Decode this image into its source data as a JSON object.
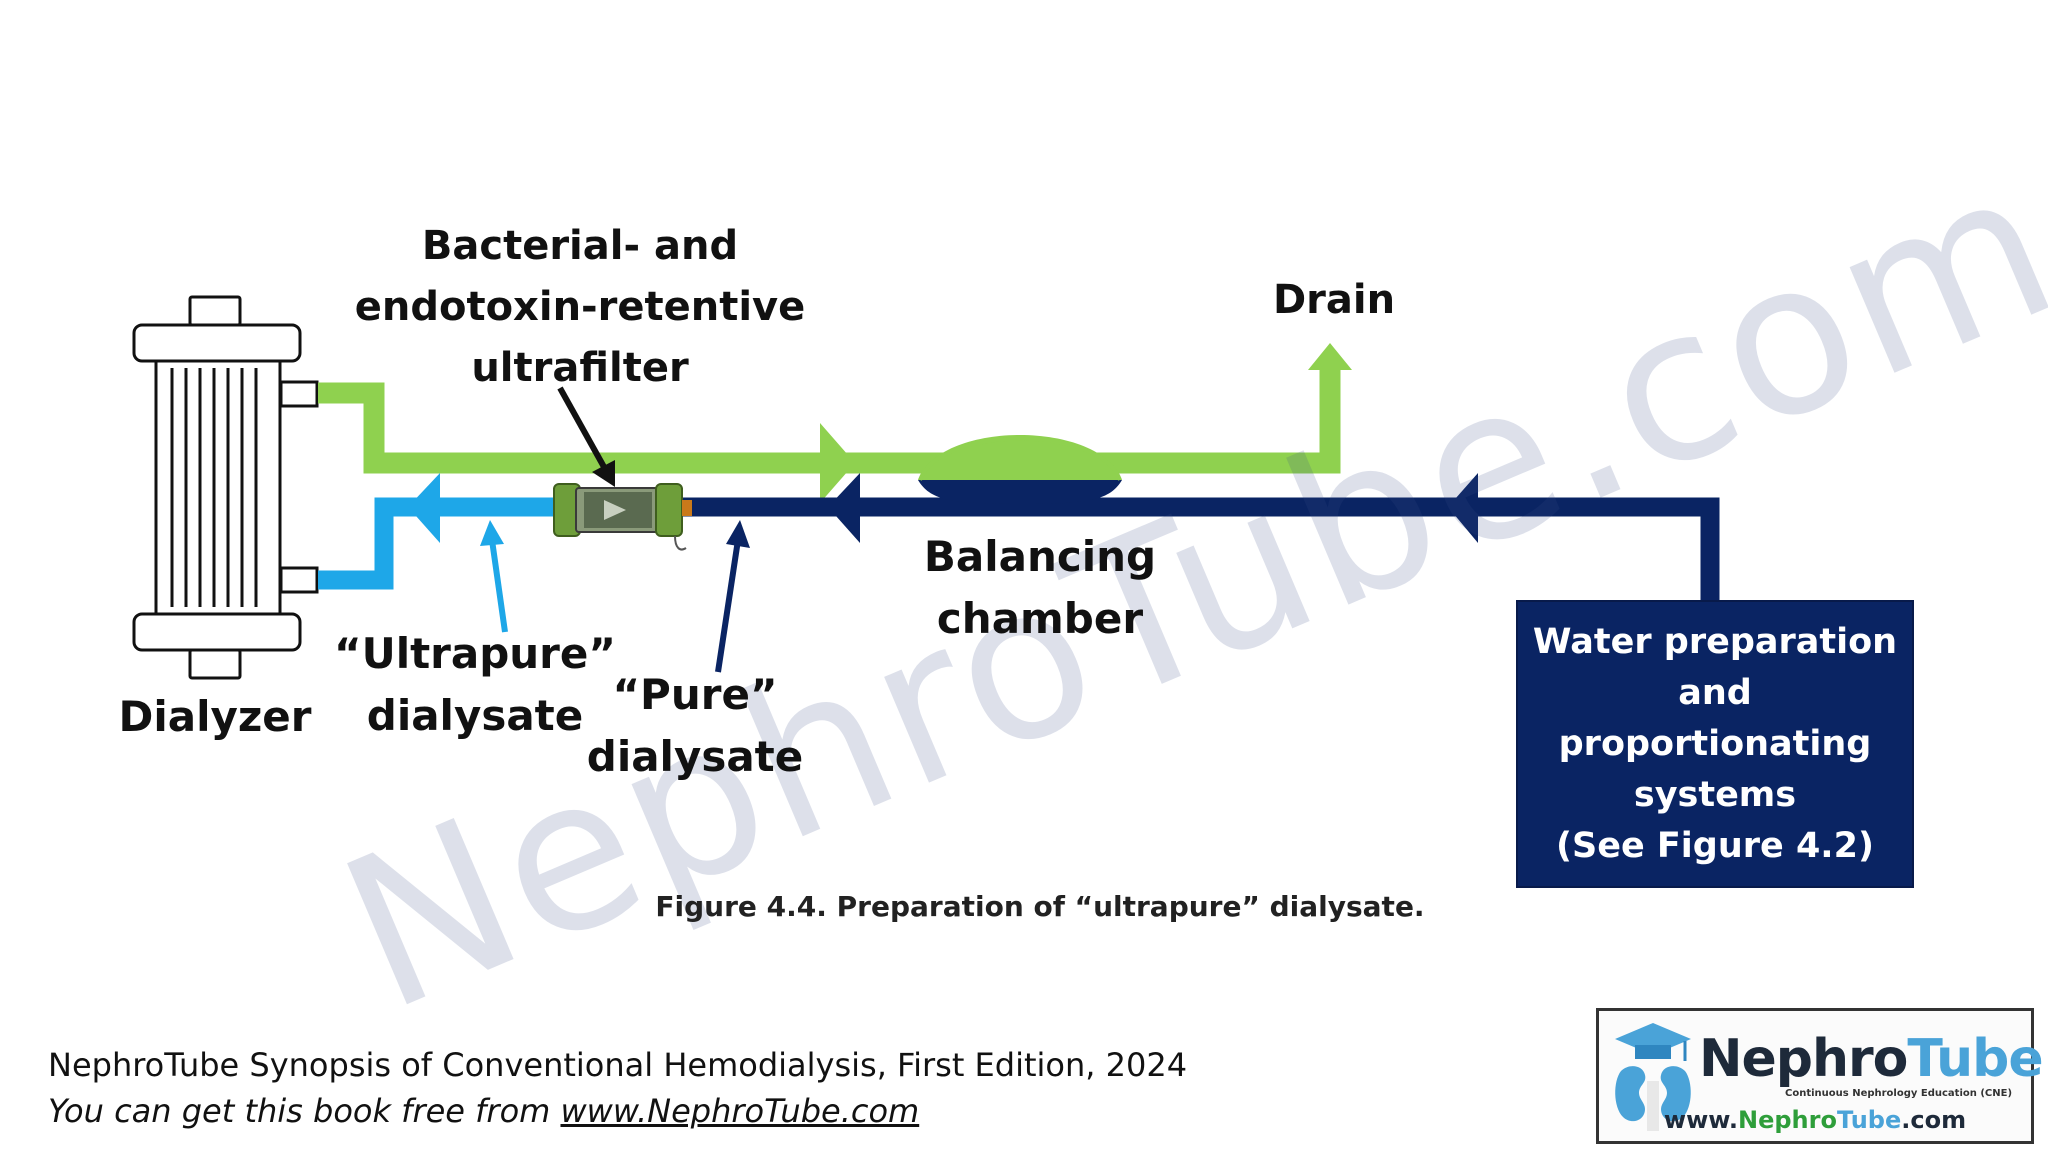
{
  "labels": {
    "ultrafilter": [
      "Bacterial- and",
      "endotoxin-retentive",
      "ultrafilter"
    ],
    "drain": "Drain",
    "balancing": [
      "Balancing",
      "chamber"
    ],
    "dialyzer": "Dialyzer",
    "ultrapure": [
      "“Ultrapure”",
      "dialysate"
    ],
    "pure": [
      "“Pure”",
      "dialysate"
    ]
  },
  "water_box": [
    "Water preparation",
    "and proportionating",
    "systems",
    "(See Figure 4.2)"
  ],
  "caption": "Figure 4.4. Preparation of “ultrapure” dialysate.",
  "footer": {
    "line1": "NephroTube Synopsis of Conventional Hemodialysis, First Edition, 2024",
    "line2_prefix": "You can get this book free from ",
    "line2_link": "www.NephroTube.com"
  },
  "watermark": "NephroTube.com",
  "logo": {
    "word1": "Nephro",
    "word2": "Tube",
    "tagline": "Continuous Nephrology Education (CNE)",
    "url_a": "www.",
    "url_b": "Nephro",
    "url_c": "Tube",
    "url_d": ".com"
  },
  "colors": {
    "green": "#8fd14f",
    "navy": "#0a2463",
    "lightblue": "#1ea7e8",
    "filter_green": "#6e9e3a"
  },
  "icons": [
    "dialyzer-icon",
    "ultrafilter-icon",
    "arrow-icon",
    "graduation-cap-icon",
    "kidney-icon"
  ]
}
